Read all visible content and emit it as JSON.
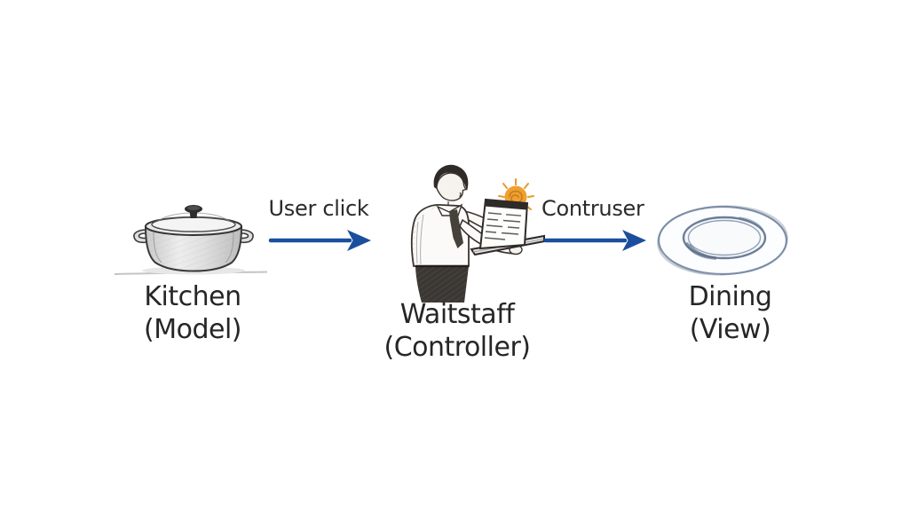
{
  "diagram": {
    "title_hint": "MVC restaurant analogy sketch",
    "colors": {
      "background": "#ffffff",
      "ink": "#2e2a27",
      "arrow": "#1b4f9e",
      "sun": "#f0a030",
      "sun_dark": "#c97f1d",
      "plate_stroke": "#7d8da6",
      "plate_stroke_dark": "#5d6f8a"
    },
    "nodes": {
      "kitchen": {
        "icon": "cooking-pot-icon",
        "title": "Kitchen",
        "subtitle": "(Model)"
      },
      "waitstaff": {
        "icon": "waiter-icon",
        "title": "Waitstaff",
        "subtitle": "(Controller)"
      },
      "dining": {
        "icon": "plate-icon",
        "title": "Dining",
        "subtitle": "(View)"
      }
    },
    "arrows": {
      "first": {
        "label": "User click",
        "direction": "right"
      },
      "second": {
        "label": "Contruser",
        "direction": "right"
      }
    }
  }
}
